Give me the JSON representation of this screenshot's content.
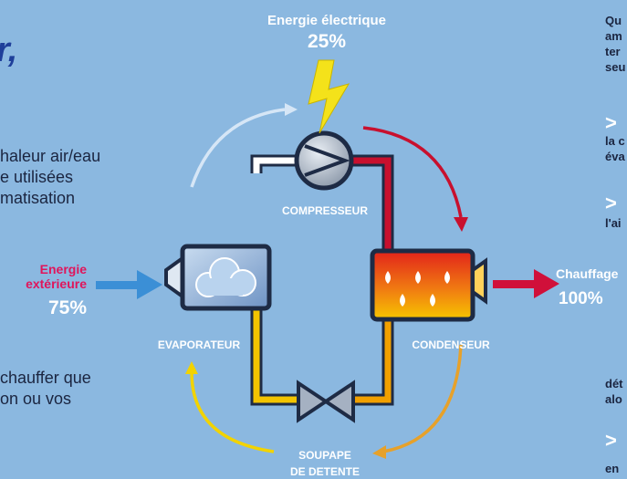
{
  "title_fragment": "r,",
  "left_paragraph_1": [
    "haleur air/eau",
    "e utilisées",
    "matisation"
  ],
  "left_paragraph_2": [
    "chauffer que",
    "on ou vos"
  ],
  "right_column_top": [
    "Qu",
    "am",
    "ter",
    "seu"
  ],
  "right_arrow_1": ">",
  "right_column_mid": [
    "la c",
    "éva"
  ],
  "right_arrow_2": ">",
  "right_column_mid2": [
    "l'ai"
  ],
  "right_column_bottom": [
    "dét",
    "alo"
  ],
  "right_arrow_3": ">",
  "right_column_last": [
    "en"
  ],
  "diagram": {
    "electric_label": "Energie électrique",
    "electric_value": "25%",
    "external_label_1": "Energie",
    "external_label_2": "extérieure",
    "external_value": "75%",
    "heating_label": "Chauffage",
    "heating_value": "100%",
    "compressor": "COMPRESSEUR",
    "evaporator": "EVAPORATEUR",
    "condenser": "CONDENSEUR",
    "valve_1": "SOUPAPE",
    "valve_2": "DE DETENTE"
  },
  "colors": {
    "background": "#8bb8e0",
    "accent_pink": "#e0155b",
    "arrow_blue": "#3b8fd6",
    "hot_red": "#c8102e",
    "warm_yellow": "#f2c200"
  }
}
